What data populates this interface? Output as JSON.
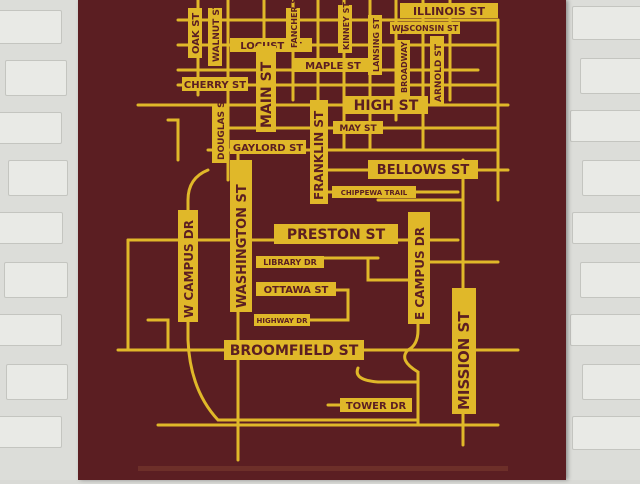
{
  "colors": {
    "poster": "#5b1e22",
    "gold": "#e0b829",
    "label_text": "#5b1e22"
  },
  "streets": {
    "illinois": "ILLINOIS ST",
    "oak": "OAK ST",
    "walnut": "WALNUT ST",
    "locust": "LOCUST ST",
    "cherry": "CHERRY ST",
    "maple": "MAPLE ST",
    "main": "MAIN ST",
    "high": "HIGH ST",
    "may": "MAY ST",
    "douglas": "DOUGLAS ST",
    "gaylord": "GAYLORD ST",
    "franklin": "FRANKLIN ST",
    "bellows": "BELLOWS ST",
    "chippewa": "CHIPPEWA TRAIL",
    "washington": "WASHINGTON ST",
    "w_campus": "W CAMPUS DR",
    "preston": "PRESTON ST",
    "e_campus": "E CAMPUS DR",
    "library": "LIBRARY DR",
    "ottawa": "OTTAWA ST",
    "broomfield": "BROOMFIELD ST",
    "mission": "MISSION ST",
    "tower": "TOWER DR",
    "fancher": "FANCHER ST",
    "kinney": "KINNEY ST",
    "arnold": "ARNOLD ST",
    "lansing": "LANSING ST",
    "wisconsin": "WISCONSIN ST",
    "broadway": "BROADWAY ST",
    "hiway": "HIGHWAY DR"
  }
}
